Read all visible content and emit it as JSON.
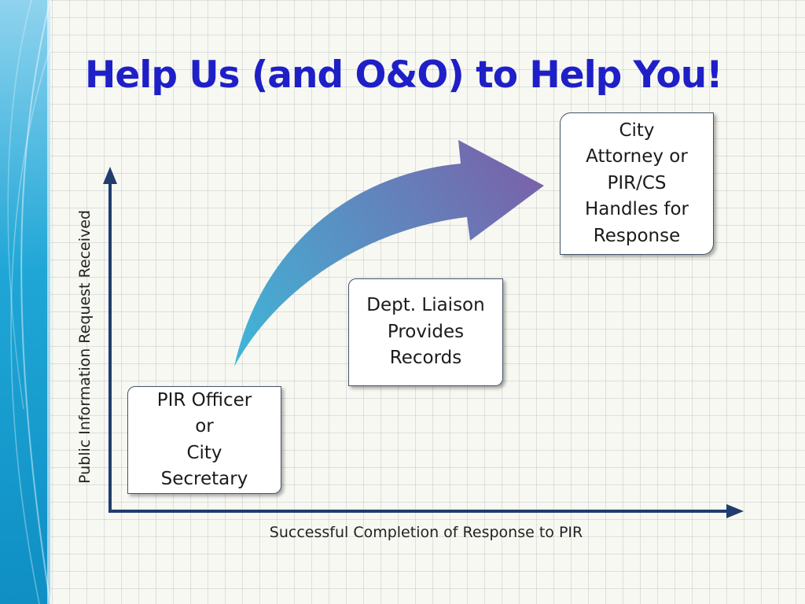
{
  "slide": {
    "title": "Help Us (and O&O) to Help You!"
  },
  "axes": {
    "y_label": "Public Information Request Received",
    "x_label": "Successful Completion of Response to PIR"
  },
  "steps": [
    {
      "label": "PIR Officer\nor\nCity\nSecretary"
    },
    {
      "label": "Dept. Liaison\nProvides\nRecords"
    },
    {
      "label": "City\nAttorney or\nPIR/CS\nHandles for\nResponse"
    }
  ],
  "colors": {
    "title": "#1f1fc8",
    "axis": "#1f3d6e",
    "arrow_start": "#3fb6d8",
    "arrow_end": "#7b5fa8",
    "side_band": "#1b9fd0"
  }
}
